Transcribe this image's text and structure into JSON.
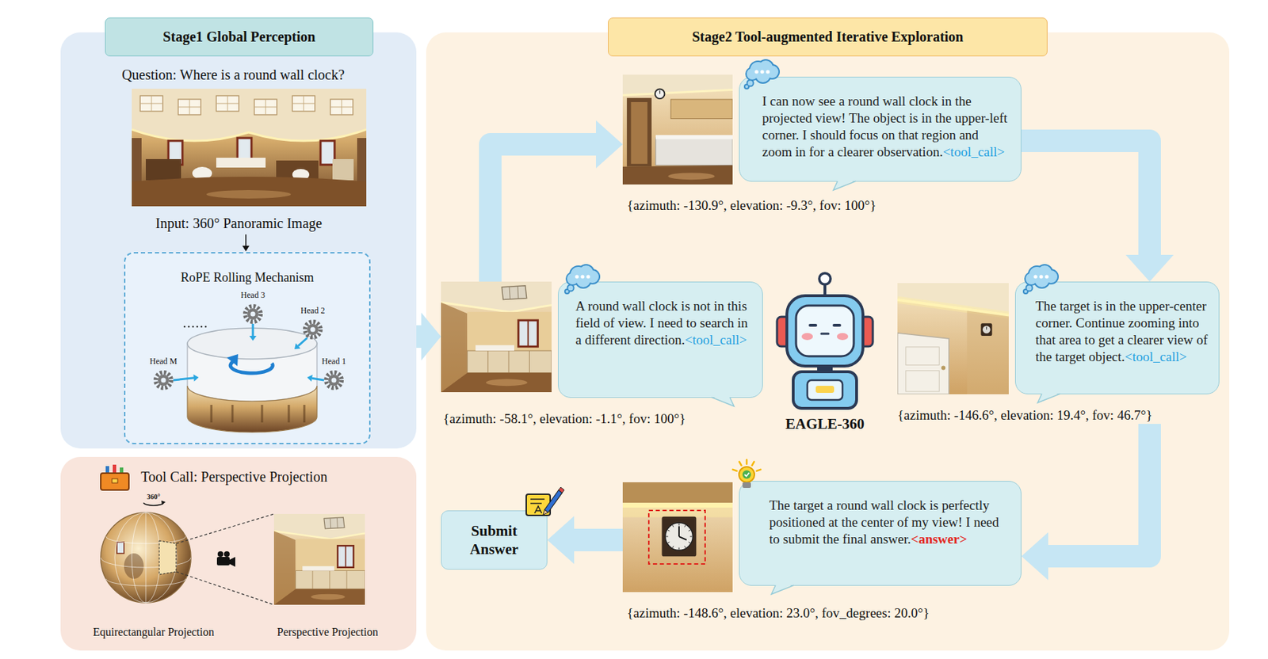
{
  "diagram": {
    "nodes": [
      {
        "text": [
          "Stage1 Global Perception"
        ]
      },
      {
        "text": [
          "RoPE Rolling Mechanism"
        ],
        "in": 0
      },
      {
        "text": [
          "Tool Call: Perspective Projection"
        ]
      },
      {
        "text": [
          "Stage2 Tool-augmented Iterative Exploration"
        ]
      },
      {
        "text": [
          "A round wall clock is not in this field of view. I need to search in a different direction.",
          "<tool_call>",
          "{azimuth: -58.1°, elevation: -1.1°, fov: 100°}"
        ],
        "in": 3
      },
      {
        "text": [
          "I can now see a round wall clock in the projected view! The object is in the upper-left corner. I should focus on that region and zoom in for a clearer observation.",
          "<tool_call>",
          "{azimuth: -130.9°, elevation: -9.3°, fov: 100°}"
        ],
        "in": 3
      },
      {
        "text": [
          "The target is in the upper-center corner. Continue zooming into that area to get a clearer view of the target object.",
          "<tool_call>",
          "{azimuth: -146.6°, elevation: 19.4°, fov: 46.7°}"
        ],
        "in": 3
      },
      {
        "text": [
          "The target a round wall clock is perfectly positioned at the center of my view! I need to submit the final answer.",
          "<answer>",
          "{azimuth: -148.6°, elevation: 23.0°, fov_degrees: 20.0°}"
        ],
        "in": 3
      },
      {
        "text": [
          "Submit Answer"
        ],
        "in": 3
      }
    ],
    "edges": [
      {
        "from": 0,
        "to": 4,
        "arrow": "to"
      },
      {
        "from": 4,
        "to": 5,
        "arrow": "to"
      },
      {
        "from": 5,
        "to": 6,
        "arrow": "to"
      },
      {
        "from": 6,
        "to": 7,
        "arrow": "to"
      },
      {
        "from": 7,
        "to": 8,
        "arrow": "to"
      }
    ],
    "labels": [
      "Question: Where is a round wall clock?",
      "Input: 360° Panoramic Image",
      "Head 3",
      "Head 2",
      "Head M",
      "Head 1",
      "360°",
      "Equirectangular Projection",
      "Perspective Projection",
      "EAGLE-360"
    ]
  }
}
